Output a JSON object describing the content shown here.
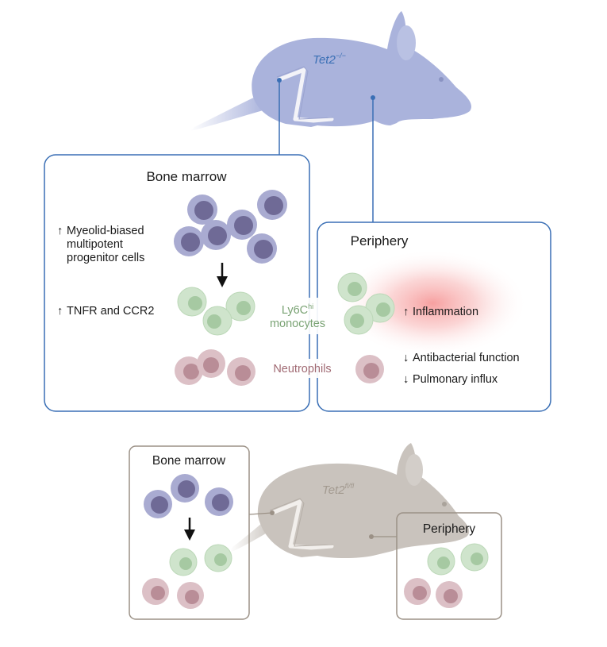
{
  "colors": {
    "mouse_tet2_ko": "#aab3dc",
    "mouse_tet2_flox": "#c9c3bd",
    "box_blue": "#3a6fb5",
    "box_gray": "#9b9186",
    "progenitor_outer": "#a9abd1",
    "progenitor_inner": "#6f6a96",
    "monocyte_outer": "#cfe4cc",
    "monocyte_inner": "#a6c9a2",
    "neutrophil_outer": "#dcc0c6",
    "neutrophil_inner": "#b98d97",
    "monocyte_text": "#7aa374",
    "neutrophil_text": "#a06a73",
    "inflammation_glow": "#f7a0a0"
  },
  "top": {
    "mouse_label": "Tet2",
    "mouse_label_sup": "−/−",
    "bone_marrow": {
      "title": "Bone marrow",
      "line1_arrow": "↑",
      "line1": "Myeolid-biased",
      "line2": "multipotent",
      "line3": "progenitor cells",
      "tnfr_arrow": "↑",
      "tnfr": "TNFR and CCR2"
    },
    "periphery": {
      "title": "Periphery",
      "inflammation_arrow": "↑",
      "inflammation": "Inflammation",
      "antibacterial_arrow": "↓",
      "antibacterial": "Antibacterial function",
      "pulmonary_arrow": "↓",
      "pulmonary": "Pulmonary influx"
    },
    "monocytes_label_main": "Ly6C",
    "monocytes_label_sup": "hi",
    "monocytes_label_line2": "monocytes",
    "neutrophils_label": "Neutrophils"
  },
  "bottom": {
    "mouse_label": "Tet2",
    "mouse_label_sup": "fl/fl",
    "bone_marrow_title": "Bone marrow",
    "periphery_title": "Periphery"
  }
}
